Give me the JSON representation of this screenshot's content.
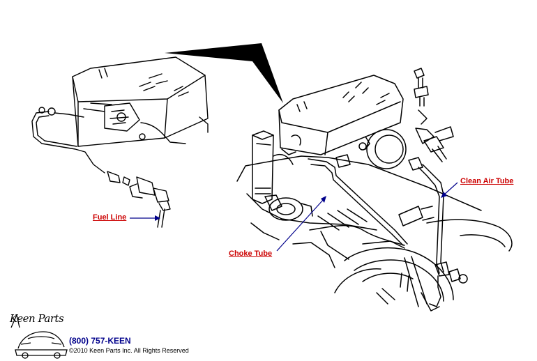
{
  "colors": {
    "callout": "#cc0000",
    "ink": "#000000",
    "phone": "#00008b"
  },
  "callouts": {
    "fuel_line": "Fuel Line",
    "choke_tube": "Choke Tube",
    "clean_air_tube": "Clean Air Tube"
  },
  "footer": {
    "logo_text": "Keen Parts",
    "phone": "(800) 757-KEEN",
    "copyright": "©2010 Keen Parts Inc. All Rights Reserved"
  },
  "icons": {
    "logo": "car-logo-icon",
    "arrow": "zoom-arrow-icon"
  }
}
